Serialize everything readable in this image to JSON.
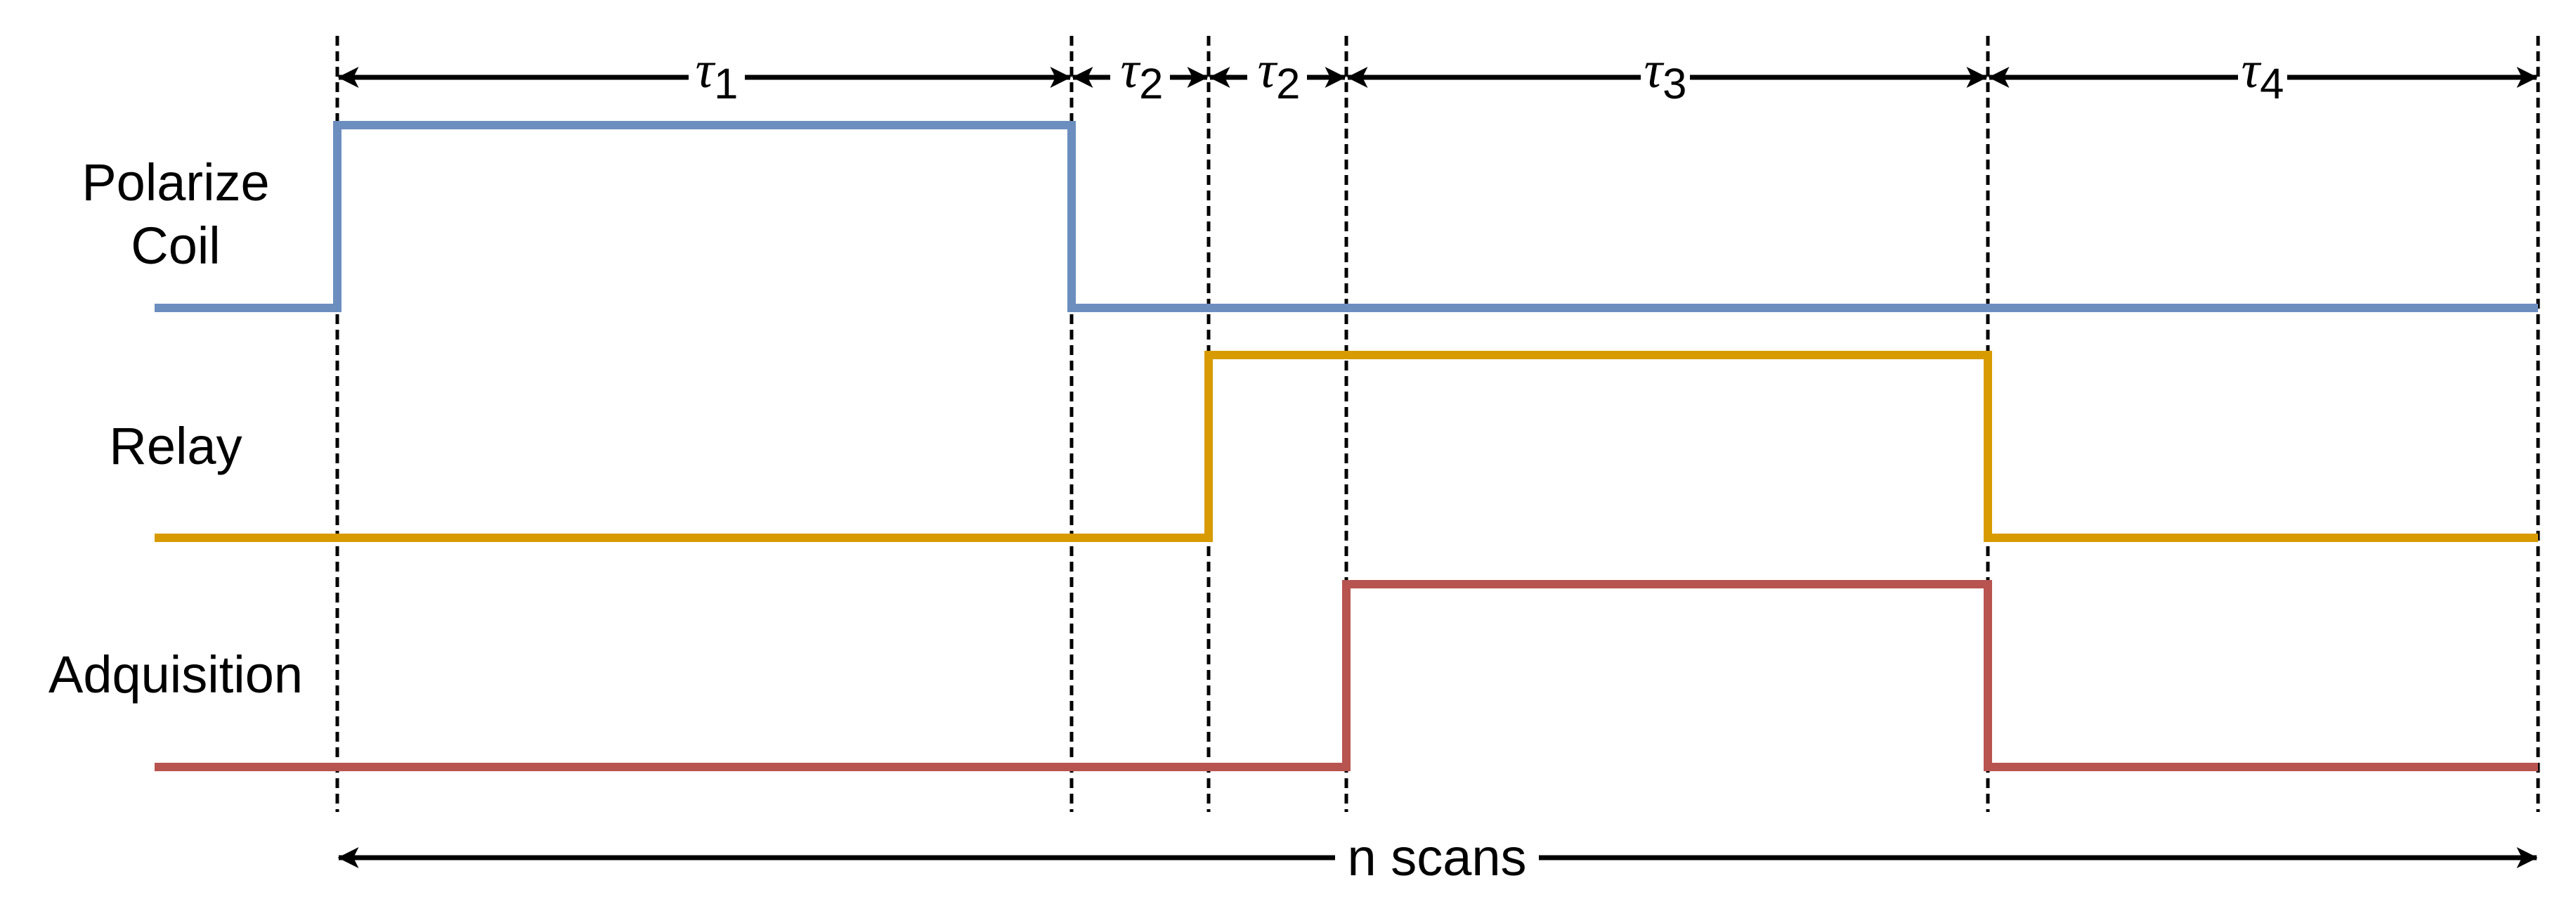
{
  "signals": [
    {
      "name": "Polarize Coil",
      "line1": "Polarize",
      "line2": "Coil",
      "color": "#6c8ebf"
    },
    {
      "name": "Relay",
      "color": "#d79b00"
    },
    {
      "name": "Adquisition",
      "color": "#b85450"
    }
  ],
  "intervals": [
    {
      "label": "τ",
      "sub": "1"
    },
    {
      "label": "τ",
      "sub": "2"
    },
    {
      "label": "τ",
      "sub": "2"
    },
    {
      "label": "τ",
      "sub": "3"
    },
    {
      "label": "τ",
      "sub": "4"
    }
  ],
  "scan_label": "n scans"
}
